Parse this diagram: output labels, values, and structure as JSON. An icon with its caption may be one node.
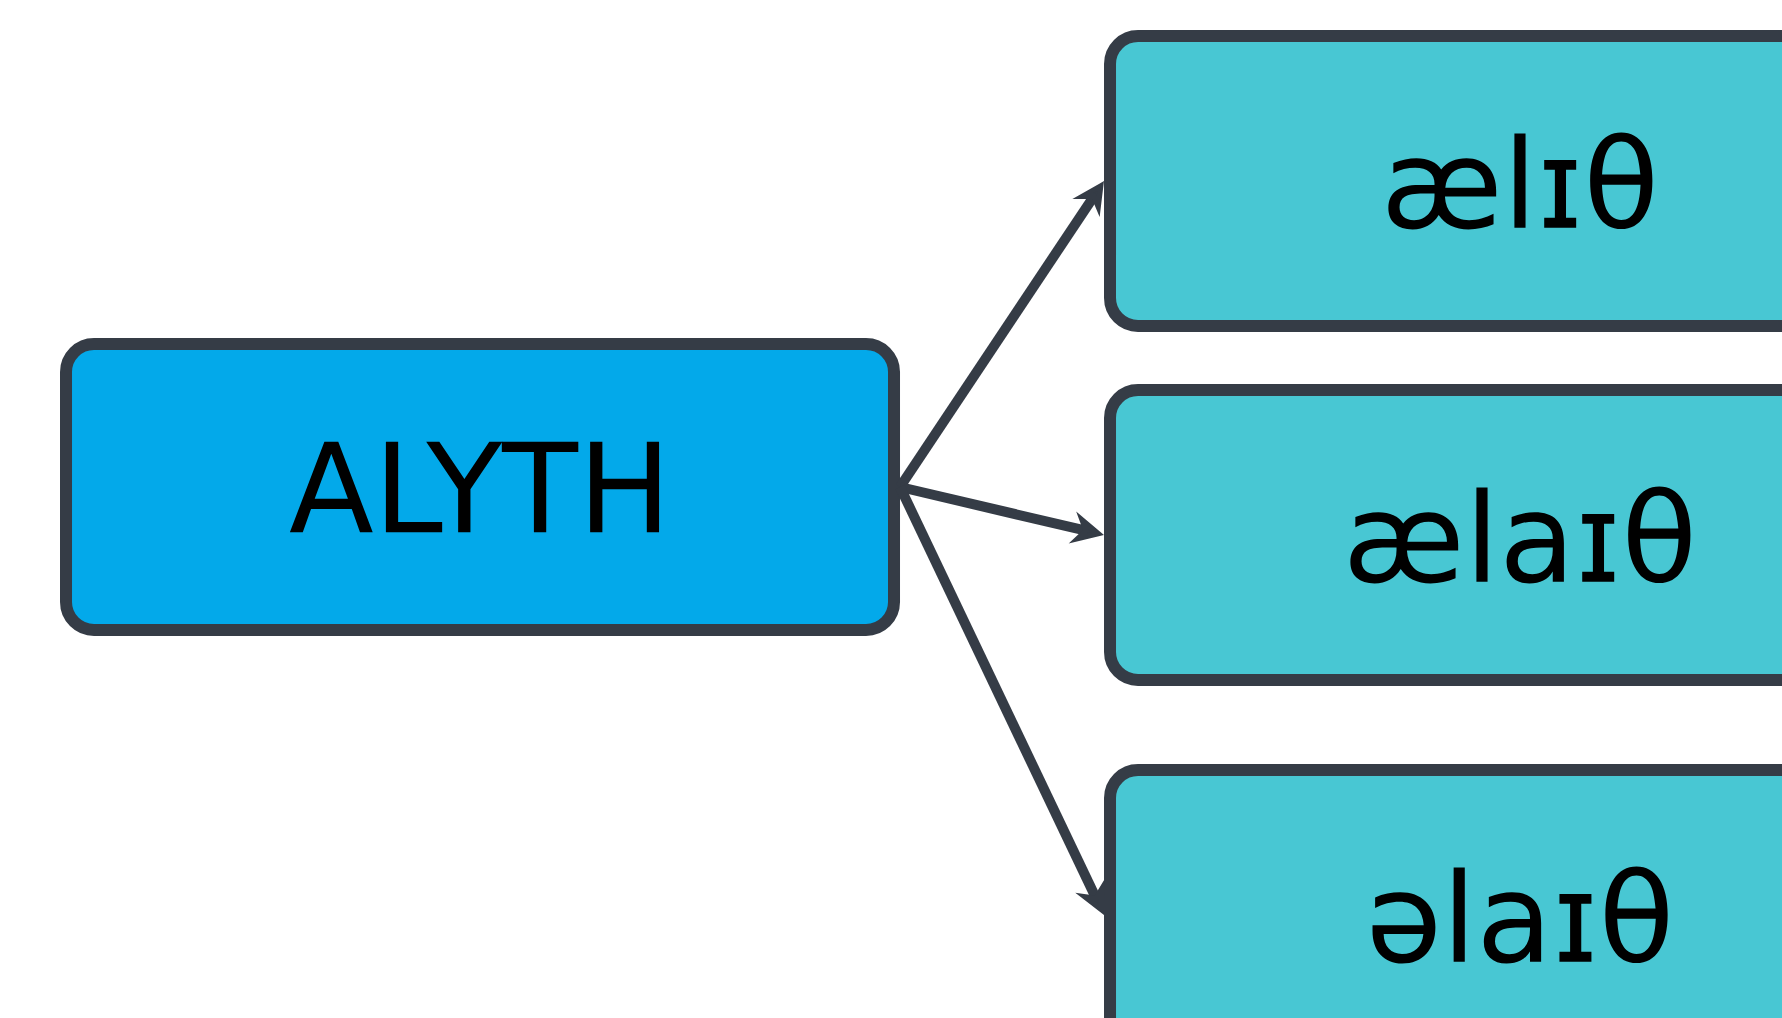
{
  "diagram": {
    "nodes": [
      {
        "text": [
          "ALYTH"
        ]
      },
      {
        "text": [
          "ælɪθ"
        ]
      },
      {
        "text": [
          "ælaɪθ"
        ]
      },
      {
        "text": [
          "əlaɪθ"
        ]
      }
    ],
    "edges": [
      {
        "from": 0,
        "to": 1,
        "arrow": "to"
      },
      {
        "from": 0,
        "to": 2,
        "arrow": "to"
      },
      {
        "from": 0,
        "to": 3,
        "arrow": "to"
      }
    ]
  }
}
